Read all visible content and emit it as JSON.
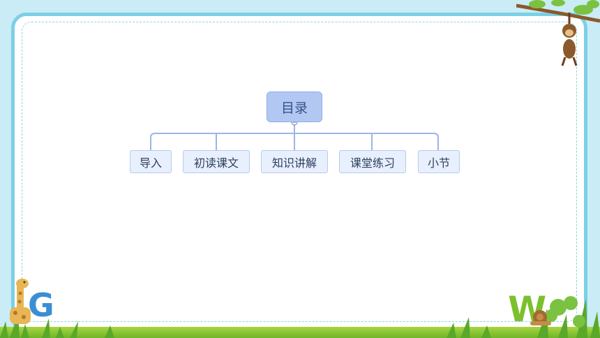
{
  "diagram": {
    "root_label": "目录",
    "children": [
      "导入",
      "初读课文",
      "知识讲解",
      "课堂练习",
      "小节"
    ]
  },
  "decorations": {
    "corner_letter_left": "G",
    "corner_letter_right": "W"
  },
  "colors": {
    "frame_border": "#7ccfe6",
    "root_fill": "#b2c8f3",
    "child_fill": "#e8effd",
    "connector": "#9db4e6",
    "grass": "#8cc63f"
  }
}
